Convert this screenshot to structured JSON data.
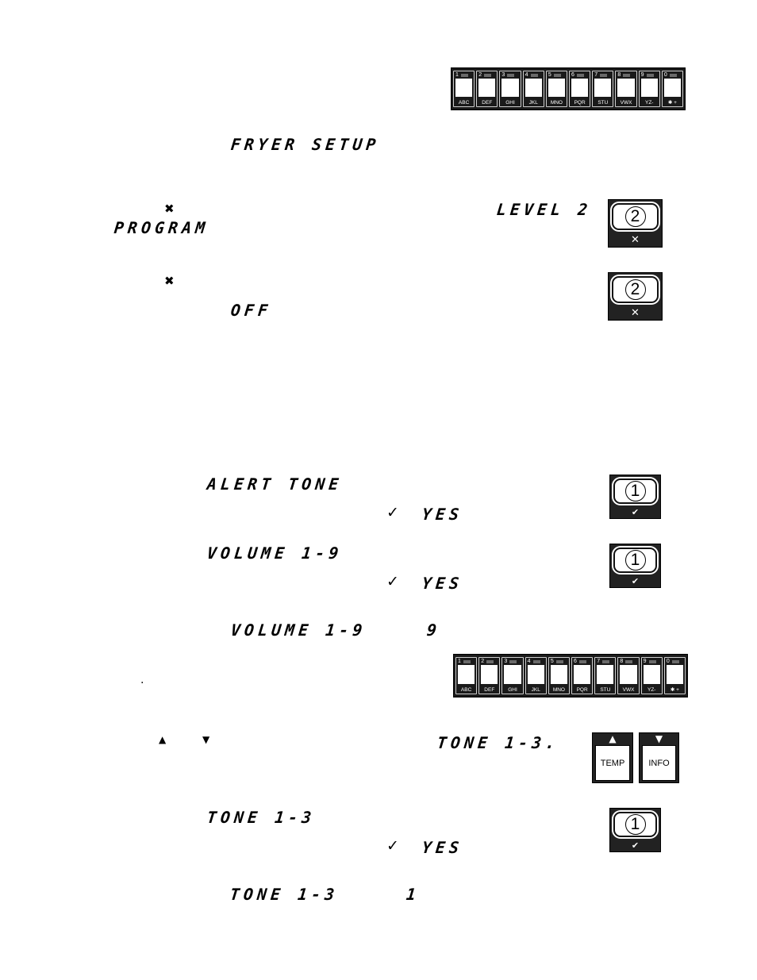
{
  "keypad_keys": [
    {
      "num": "1",
      "label": "ABC"
    },
    {
      "num": "2",
      "label": "DEF"
    },
    {
      "num": "3",
      "label": "GHI"
    },
    {
      "num": "4",
      "label": "JKL"
    },
    {
      "num": "5",
      "label": "MNO"
    },
    {
      "num": "6",
      "label": "PQR"
    },
    {
      "num": "7",
      "label": "STU"
    },
    {
      "num": "8",
      "label": "VWX"
    },
    {
      "num": "9",
      "label": "YZ-"
    },
    {
      "num": "0",
      "label": "✱  +"
    }
  ],
  "display": {
    "fryer_setup": "FRYER SETUP",
    "level_2": "LEVEL 2",
    "program": "PROGRAM",
    "off": "OFF",
    "alert_tone": "ALERT TONE",
    "yes_1": "YES",
    "volume_1": "VOLUME 1-9",
    "yes_2": "YES",
    "volume_2": "VOLUME 1-9",
    "volume_value": "9",
    "tone_prompt": "TONE 1-3.",
    "tone_1": "TONE 1-3",
    "yes_3": "YES",
    "tone_2": "TONE 1-3",
    "tone_value": "1"
  },
  "symbols": {
    "x_mark": "✖",
    "check": "✓",
    "up_arrow": "▲",
    "down_arrow": "▼",
    "dot": "."
  },
  "buttons": {
    "two": {
      "number": "2",
      "symbol": "✕"
    },
    "one": {
      "number": "1",
      "symbol": "✔"
    },
    "temp": {
      "label": "TEMP",
      "arrow": "▲"
    },
    "info": {
      "label": "INFO",
      "arrow": "▼"
    }
  }
}
